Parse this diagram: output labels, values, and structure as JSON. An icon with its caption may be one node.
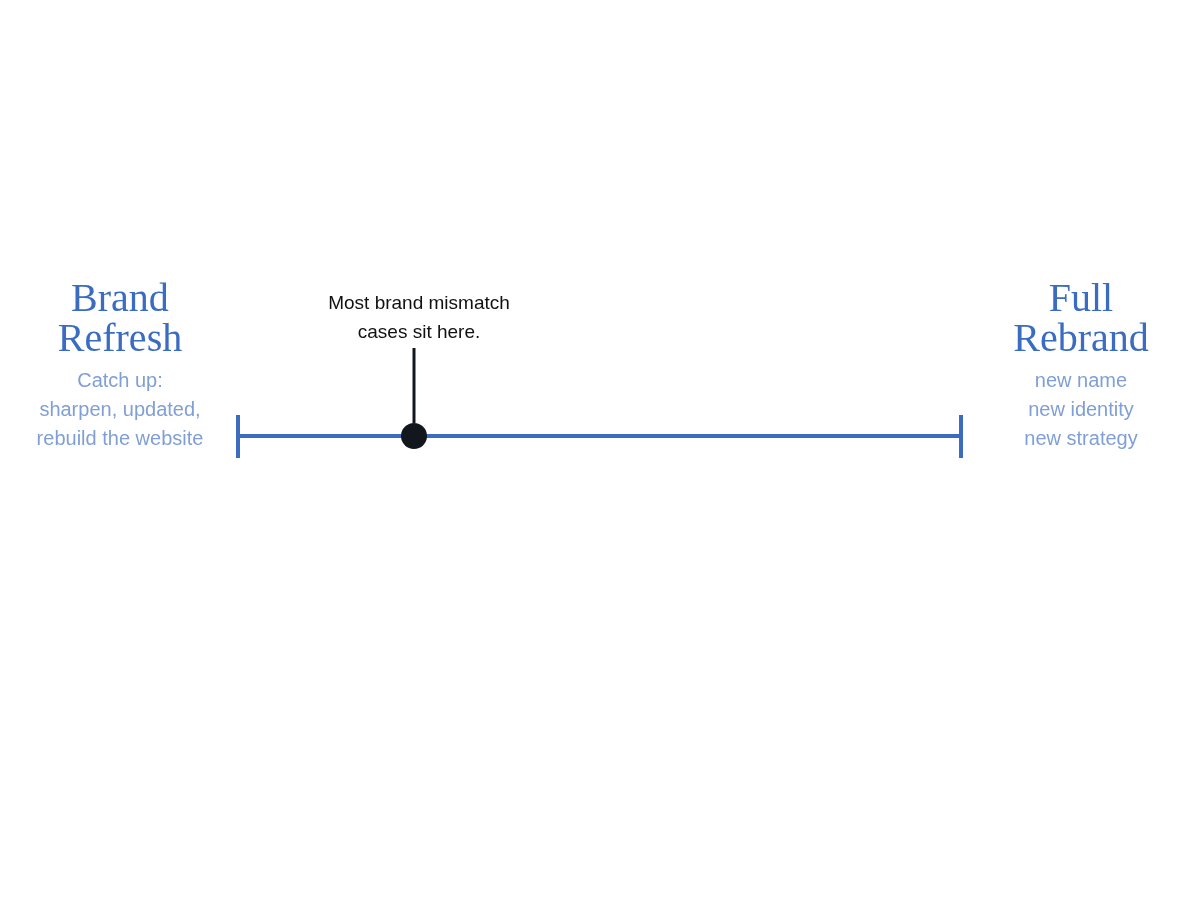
{
  "diagram": {
    "nodes": [
      {
        "text": [
          "Most brand mismatch cases sit here."
        ]
      },
      {
        "text": [],
        "shape": "circle"
      }
    ],
    "edges": [
      {
        "from": 0,
        "to": 1,
        "arrow": "none"
      }
    ],
    "labels": [
      "Brand Refresh",
      "Catch up:",
      "sharpen, updated, rebuild the website",
      "Full Rebrand",
      "new name",
      "new identity",
      "new strategy"
    ]
  }
}
